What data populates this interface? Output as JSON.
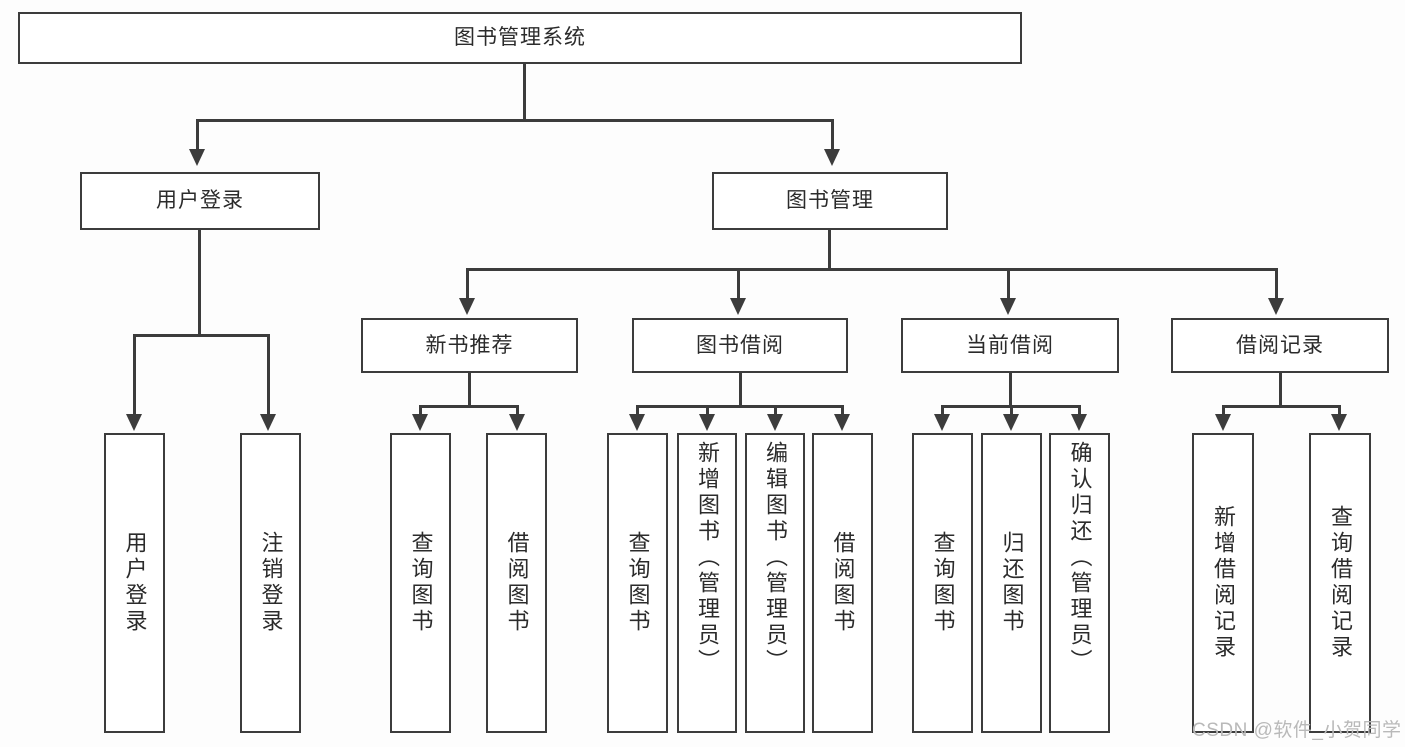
{
  "diagram": {
    "type": "tree-hierarchy-chart",
    "title": "图书管理系统",
    "background_color": "#fdfdfd",
    "line_color": "#3c3c3c",
    "box_fill": "#ffffff",
    "text_color": "#2b2b2b"
  },
  "root": {
    "label": "图书管理系统"
  },
  "level1": [
    {
      "label": "用户登录"
    },
    {
      "label": "图书管理"
    }
  ],
  "level2": [
    {
      "label": "新书推荐"
    },
    {
      "label": "图书借阅"
    },
    {
      "label": "当前借阅"
    },
    {
      "label": "借阅记录"
    }
  ],
  "leaves": {
    "user_login": [
      {
        "label": "用户登录"
      },
      {
        "label": "注销登录"
      }
    ],
    "new_book_recommend": [
      {
        "label": "查询图书"
      },
      {
        "label": "借阅图书"
      }
    ],
    "book_borrow": [
      {
        "label": "查询图书"
      },
      {
        "label": "新增图书（管理员）"
      },
      {
        "label": "编辑图书（管理员）"
      },
      {
        "label": "借阅图书"
      }
    ],
    "current_borrow": [
      {
        "label": "查询图书"
      },
      {
        "label": "归还图书"
      },
      {
        "label": "确认归还（管理员）"
      }
    ],
    "borrow_record": [
      {
        "label": "新增借阅记录"
      },
      {
        "label": "查询借阅记录"
      }
    ]
  },
  "watermark": {
    "text": "CSDN @软件_小贺同学"
  }
}
